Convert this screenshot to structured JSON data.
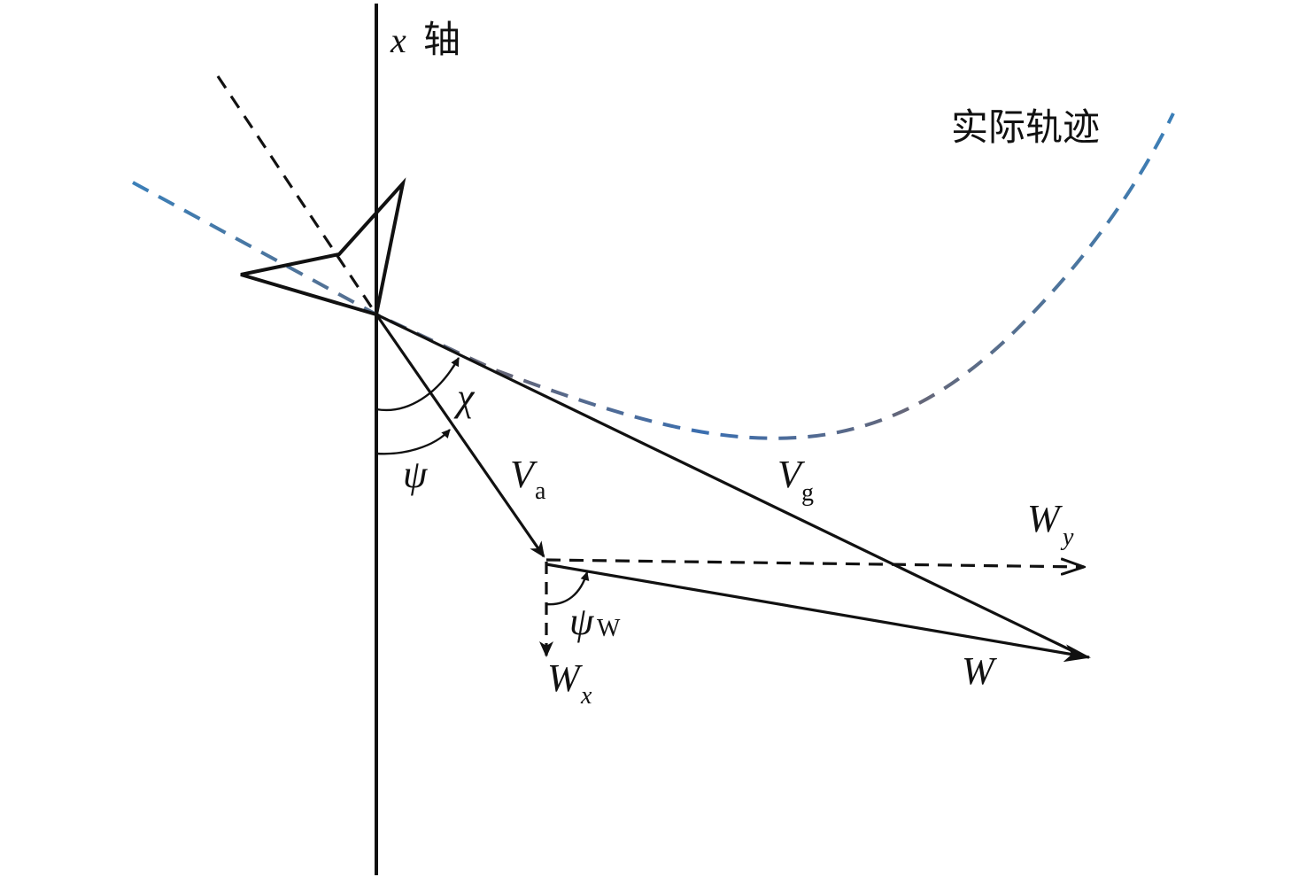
{
  "labels": {
    "x_axis_var": "x",
    "x_axis_word": "轴",
    "trajectory": "实际轨迹",
    "chi": "χ",
    "psi": "ψ",
    "va_main": "V",
    "va_sub": "a",
    "vg_main": "V",
    "vg_sub": "g",
    "wy_main": "W",
    "wy_sub": "y",
    "wx_main": "W",
    "wx_sub": "x",
    "psiw_main": "ψ",
    "psiw_sub": "W",
    "w_main": "W"
  },
  "colors": {
    "ink": "#111111",
    "trajectory_blue": "#3b7fb8",
    "trajectory_gray": "#666677"
  }
}
